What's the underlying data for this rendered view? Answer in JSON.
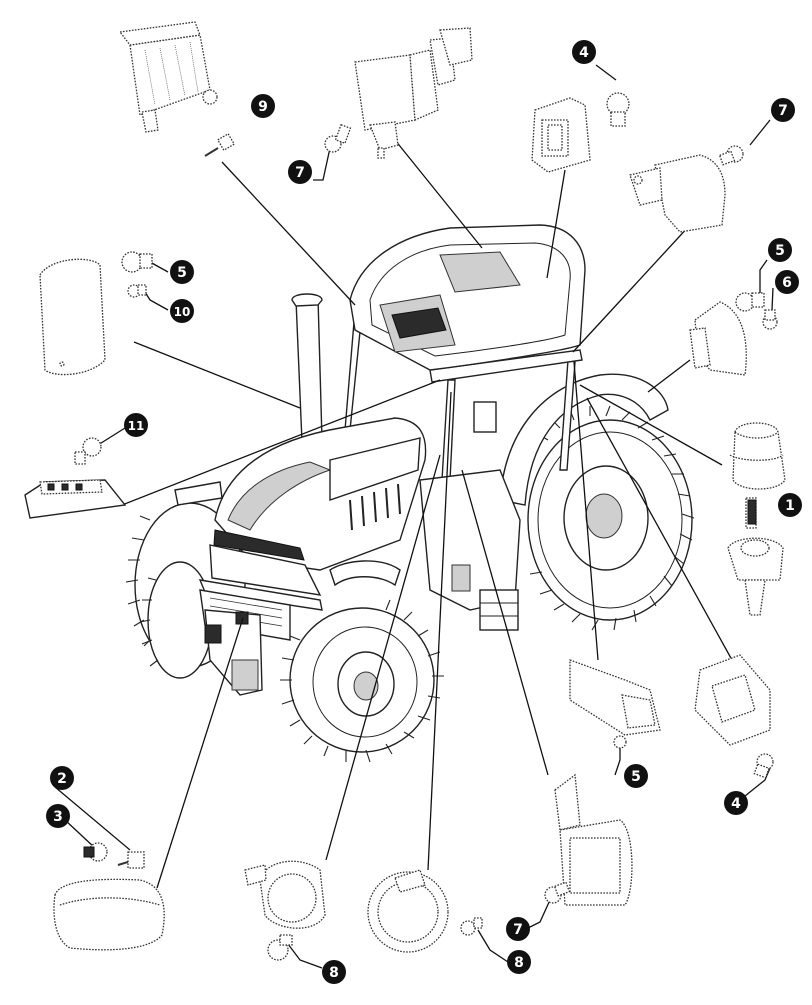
{
  "diagram": {
    "colors": {
      "callout": "#111111",
      "callout_text": "#ffffff",
      "line": "#111111",
      "part_outline": "#333333"
    },
    "callouts": [
      {
        "id": "c9a",
        "label": "9"
      },
      {
        "id": "c7a",
        "label": "7"
      },
      {
        "id": "c4a",
        "label": "4"
      },
      {
        "id": "c7b",
        "label": "7"
      },
      {
        "id": "c5a",
        "label": "5"
      },
      {
        "id": "c10",
        "label": "10"
      },
      {
        "id": "c5b",
        "label": "5"
      },
      {
        "id": "c6",
        "label": "6"
      },
      {
        "id": "c11",
        "label": "11"
      },
      {
        "id": "c1",
        "label": "1"
      },
      {
        "id": "c2",
        "label": "2"
      },
      {
        "id": "c3",
        "label": "3"
      },
      {
        "id": "c5c",
        "label": "5"
      },
      {
        "id": "c4b",
        "label": "4"
      },
      {
        "id": "c7c",
        "label": "7"
      },
      {
        "id": "c8a",
        "label": "8"
      },
      {
        "id": "c8b",
        "label": "8"
      }
    ]
  }
}
